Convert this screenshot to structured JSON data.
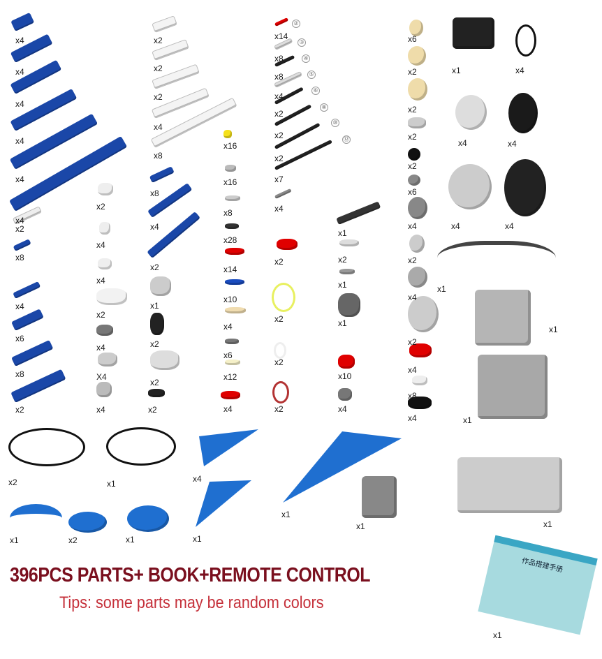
{
  "parts": [
    {
      "qty": "x4",
      "color": "#1a47a8"
    },
    {
      "qty": "x4",
      "color": "#1a47a8"
    },
    {
      "qty": "x4",
      "color": "#1a47a8"
    },
    {
      "qty": "x4",
      "color": "#1a47a8"
    },
    {
      "qty": "x4",
      "color": "#1a47a8"
    },
    {
      "qty": "x4",
      "color": "#1a47a8"
    },
    {
      "qty": "x2",
      "color": "#eeeeee"
    },
    {
      "qty": "x8",
      "color": "#1a47a8"
    },
    {
      "qty": "x4",
      "color": "#1a47a8"
    },
    {
      "qty": "x6",
      "color": "#1a47a8"
    },
    {
      "qty": "x8",
      "color": "#1a47a8"
    },
    {
      "qty": "x2",
      "color": "#1a47a8"
    },
    {
      "qty": "x2",
      "color": "#eeeeee"
    },
    {
      "qty": "x4",
      "color": "#eeeeee"
    },
    {
      "qty": "x4",
      "color": "#eeeeee"
    },
    {
      "qty": "x2",
      "color": "#f2f2f2"
    },
    {
      "qty": "x4",
      "color": "#777777"
    },
    {
      "qty": "X4",
      "color": "#cccccc"
    },
    {
      "qty": "x4",
      "color": "#bbbbbb"
    },
    {
      "qty": "x2",
      "color": "#f4f4f4"
    },
    {
      "qty": "x2",
      "color": "#f4f4f4"
    },
    {
      "qty": "x2",
      "color": "#f4f4f4"
    },
    {
      "qty": "x4",
      "color": "#f4f4f4"
    },
    {
      "qty": "x8",
      "color": "#f4f4f4"
    },
    {
      "qty": "x8",
      "color": "#1a47a8"
    },
    {
      "qty": "x4",
      "color": "#1a47a8"
    },
    {
      "qty": "x2",
      "color": "#1a47a8"
    },
    {
      "qty": "x1",
      "color": "#cccccc"
    },
    {
      "qty": "x2",
      "color": "#222222"
    },
    {
      "qty": "x2",
      "color": "#dddddd"
    },
    {
      "qty": "x2",
      "color": "#222222"
    },
    {
      "qty": "x16",
      "color": "#f5e11a"
    },
    {
      "qty": "x16",
      "color": "#bbbbbb"
    },
    {
      "qty": "x8",
      "color": "#cccccc"
    },
    {
      "qty": "x28",
      "color": "#333333"
    },
    {
      "qty": "x14",
      "color": "#e00000"
    },
    {
      "qty": "x10",
      "color": "#1a4cbf"
    },
    {
      "qty": "x4",
      "color": "#f0dcb0"
    },
    {
      "qty": "x6",
      "color": "#777777"
    },
    {
      "qty": "x12",
      "color": "#f5f0c8"
    },
    {
      "qty": "x4",
      "color": "#e00000"
    },
    {
      "qty": "x14",
      "color": "#e00000"
    },
    {
      "qty": "x8",
      "color": "#dddddd"
    },
    {
      "qty": "x8",
      "color": "#222222"
    },
    {
      "qty": "x4",
      "color": "#dddddd"
    },
    {
      "qty": "x2",
      "color": "#222222"
    },
    {
      "qty": "x2",
      "color": "#222222"
    },
    {
      "qty": "x2",
      "color": "#222222"
    },
    {
      "qty": "x7",
      "color": "#222222"
    },
    {
      "qty": "x4",
      "color": "#888888"
    },
    {
      "qty": "x2",
      "color": "#e00000"
    },
    {
      "qty": "x2",
      "color": "#e8f060"
    },
    {
      "qty": "x2",
      "color": "#eeeeee"
    },
    {
      "qty": "x2",
      "color": "#b33333"
    },
    {
      "qty": "x1",
      "color": "#333333"
    },
    {
      "qty": "x2",
      "color": "#dddddd"
    },
    {
      "qty": "x1",
      "color": "#999999"
    },
    {
      "qty": "x1",
      "color": "#666666"
    },
    {
      "qty": "x10",
      "color": "#e00000"
    },
    {
      "qty": "x4",
      "color": "#777777"
    },
    {
      "qty": "x6",
      "color": "#efdcaa"
    },
    {
      "qty": "x2",
      "color": "#efdcaa"
    },
    {
      "qty": "x2",
      "color": "#efdcaa"
    },
    {
      "qty": "x2",
      "color": "#cccccc"
    },
    {
      "qty": "x2",
      "color": "#111111"
    },
    {
      "qty": "x6",
      "color": "#888888"
    },
    {
      "qty": "x4",
      "color": "#888888"
    },
    {
      "qty": "x2",
      "color": "#cccccc"
    },
    {
      "qty": "x4",
      "color": "#aaaaaa"
    },
    {
      "qty": "x2",
      "color": "#cccccc"
    },
    {
      "qty": "x4",
      "color": "#e00000"
    },
    {
      "qty": "x8",
      "color": "#eeeeee"
    },
    {
      "qty": "x4",
      "color": "#111111"
    },
    {
      "qty": "x1",
      "color": "#222222"
    },
    {
      "qty": "x4",
      "color": "#111111"
    },
    {
      "qty": "x4",
      "color": "#dddddd"
    },
    {
      "qty": "x4",
      "color": "#1a1a1a"
    },
    {
      "qty": "x4",
      "color": "#cccccc"
    },
    {
      "qty": "x4",
      "color": "#222222"
    },
    {
      "qty": "x1",
      "color": "#444444"
    },
    {
      "qty": "x1",
      "color": "#b5b5b5"
    },
    {
      "qty": "x1",
      "color": "#a8a8a8"
    },
    {
      "qty": "x2",
      "color": "#111111"
    },
    {
      "qty": "x1",
      "color": "#111111"
    },
    {
      "qty": "x4",
      "color": "#1f6fd0"
    },
    {
      "qty": "x1",
      "color": "#1f6fd0"
    },
    {
      "qty": "x1",
      "color": "#1f6fd0"
    },
    {
      "qty": "x1",
      "color": "#1f6fd0"
    },
    {
      "qty": "x2",
      "color": "#1f6fd0"
    },
    {
      "qty": "x1",
      "color": "#1f6fd0"
    },
    {
      "qty": "x1",
      "color": "#888888"
    },
    {
      "qty": "x1",
      "color": "#cccccc"
    }
  ],
  "axle_lengths": [
    "②",
    "③",
    "④",
    "⑤",
    "⑥",
    "⑧",
    "⑩",
    "⑫"
  ],
  "book": {
    "qty": "x1",
    "title": "作品搭建手册"
  },
  "headline": "396PCS PARTS+ BOOK+REMOTE CONTROL",
  "tips": "Tips: some parts may be random colors"
}
